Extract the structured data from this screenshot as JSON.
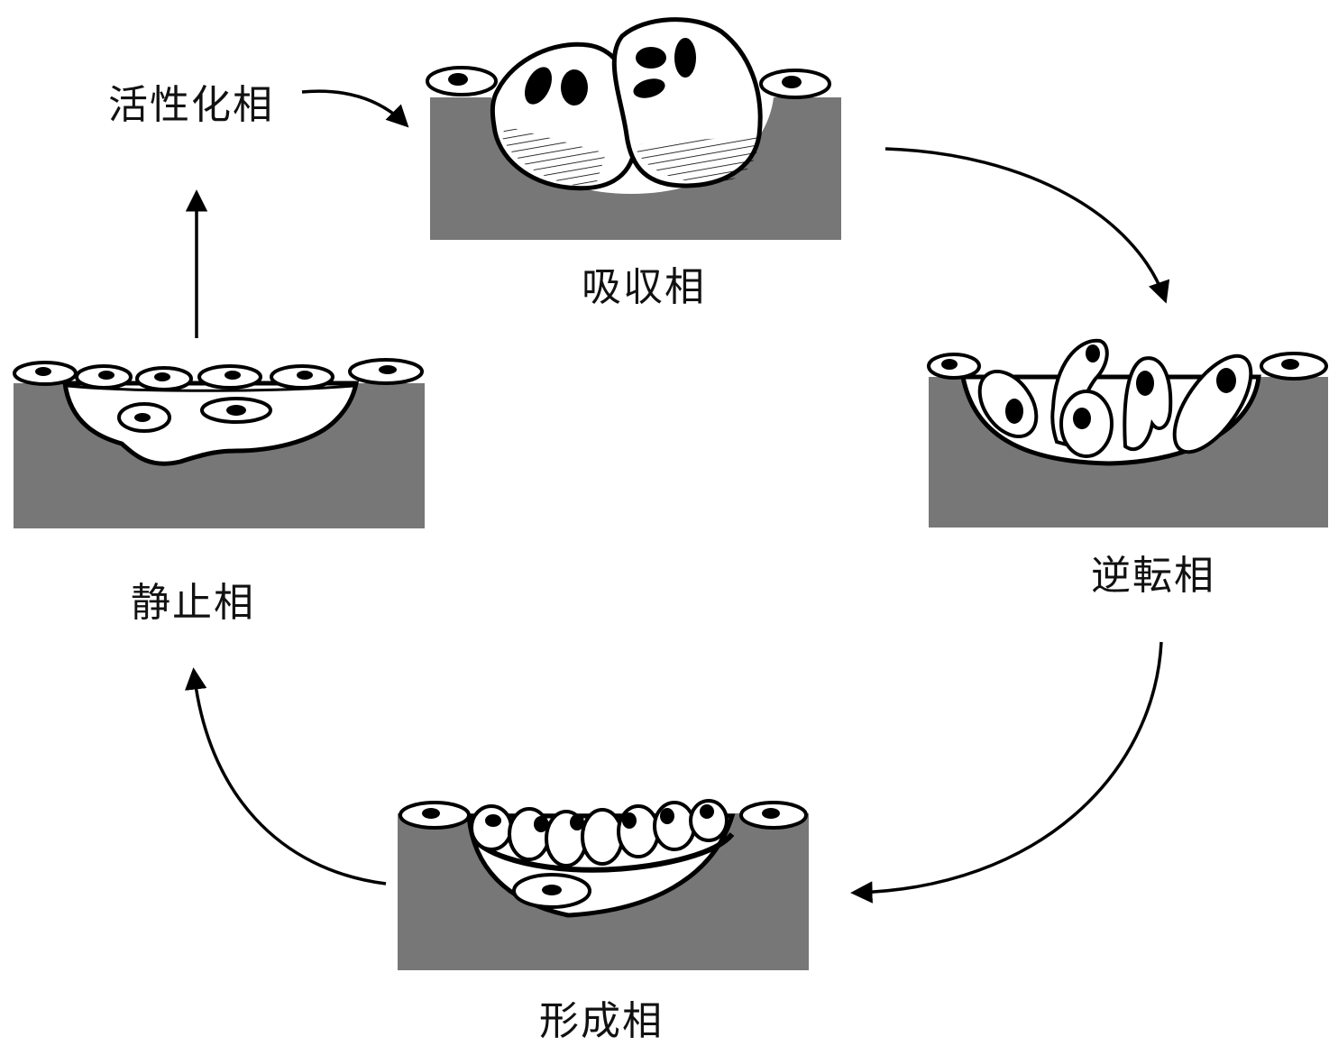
{
  "phases": {
    "activation": {
      "label": "活性化相"
    },
    "resorption": {
      "label": "吸収相"
    },
    "reversal": {
      "label": "逆転相"
    },
    "formation": {
      "label": "形成相"
    },
    "resting": {
      "label": "静止相"
    }
  },
  "colors": {
    "bone": "#777777",
    "cell_fill": "#ffffff",
    "outline": "#000000",
    "background": "#ffffff"
  }
}
